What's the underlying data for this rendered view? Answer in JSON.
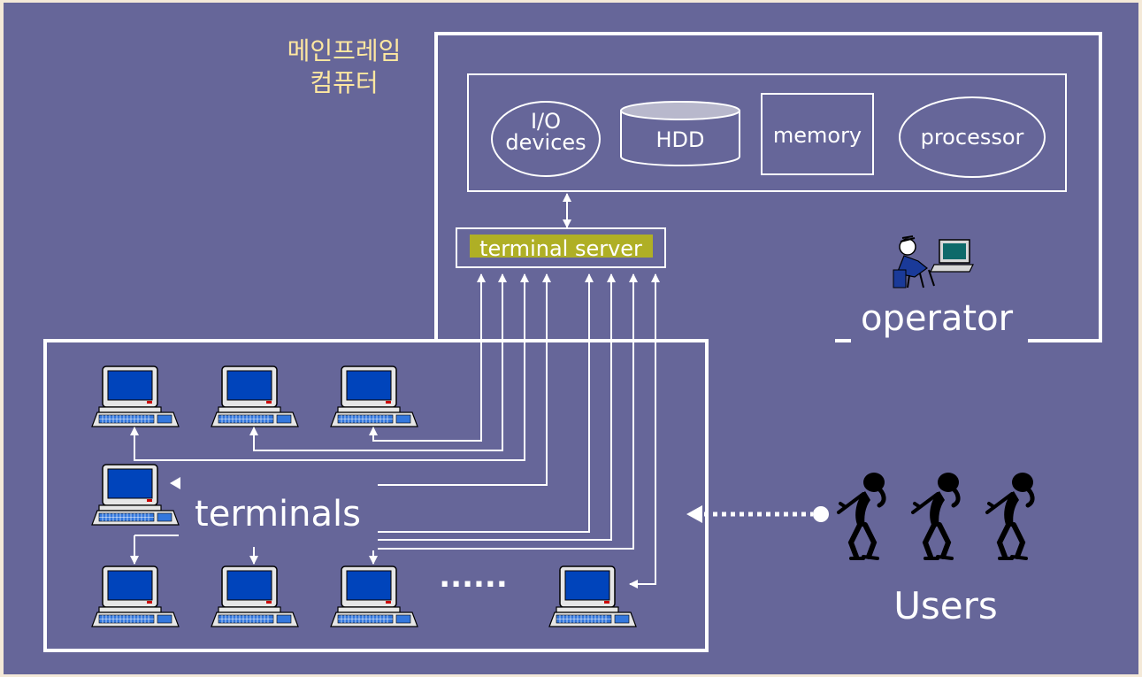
{
  "diagram": {
    "mainframe_label_line1": "메인프레임",
    "mainframe_label_line2": "컴퓨터",
    "components": {
      "io_line1": "I/O",
      "io_line2": "devices",
      "hdd": "HDD",
      "memory": "memory",
      "processor": "processor"
    },
    "terminal_server": "terminal server",
    "operator": "operator",
    "terminals": "terminals",
    "ellipsis": "......",
    "users": "Users",
    "colors": {
      "background": "#666699",
      "line": "#ffffff",
      "highlight": "#c8c800",
      "korean_text": "#ffe8a0"
    }
  }
}
